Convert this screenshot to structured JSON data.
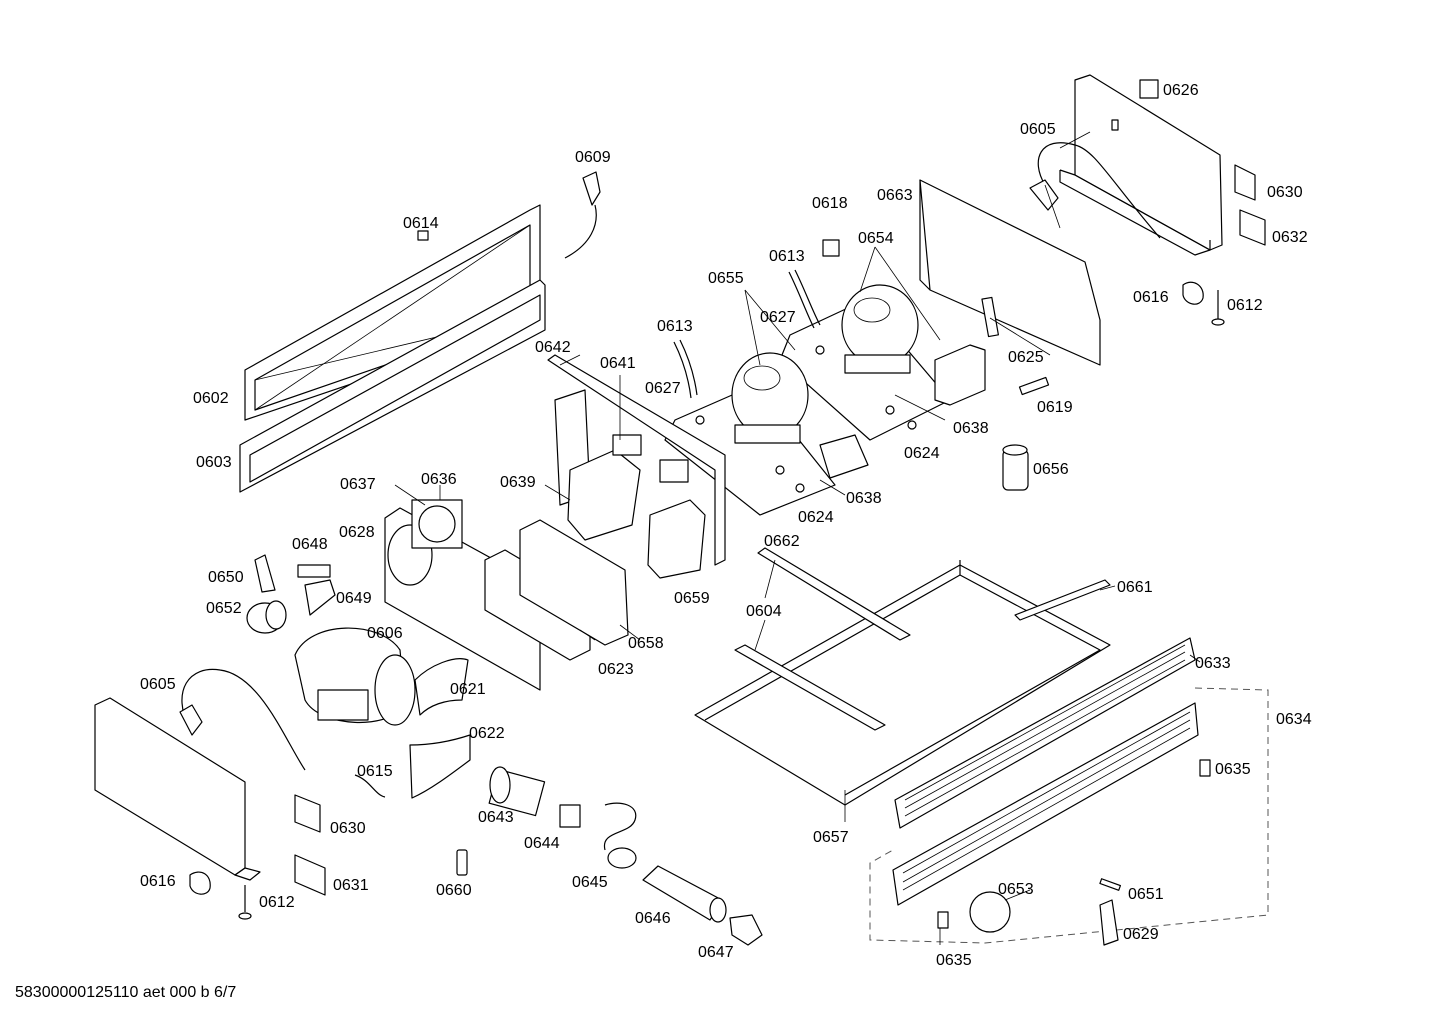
{
  "callouts": [
    {
      "id": "0626",
      "text": "0626"
    },
    {
      "id": "0605a",
      "text": "0605"
    },
    {
      "id": "0609",
      "text": "0609"
    },
    {
      "id": "0630a",
      "text": "0630"
    },
    {
      "id": "0663",
      "text": "0663"
    },
    {
      "id": "0618",
      "text": "0618"
    },
    {
      "id": "0614",
      "text": "0614"
    },
    {
      "id": "0632",
      "text": "0632"
    },
    {
      "id": "0654",
      "text": "0654"
    },
    {
      "id": "0613a",
      "text": "0613"
    },
    {
      "id": "0655",
      "text": "0655"
    },
    {
      "id": "0616a",
      "text": "0616"
    },
    {
      "id": "0612a",
      "text": "0612"
    },
    {
      "id": "0627a",
      "text": "0627"
    },
    {
      "id": "0613b",
      "text": "0613"
    },
    {
      "id": "0625",
      "text": "0625"
    },
    {
      "id": "0642",
      "text": "0642"
    },
    {
      "id": "0641",
      "text": "0641"
    },
    {
      "id": "0627b",
      "text": "0627"
    },
    {
      "id": "0619",
      "text": "0619"
    },
    {
      "id": "0602",
      "text": "0602"
    },
    {
      "id": "0638a",
      "text": "0638"
    },
    {
      "id": "0624a",
      "text": "0624"
    },
    {
      "id": "0603",
      "text": "0603"
    },
    {
      "id": "0656",
      "text": "0656"
    },
    {
      "id": "0637",
      "text": "0637"
    },
    {
      "id": "0636",
      "text": "0636"
    },
    {
      "id": "0639",
      "text": "0639"
    },
    {
      "id": "0638b",
      "text": "0638"
    },
    {
      "id": "0624b",
      "text": "0624"
    },
    {
      "id": "0628",
      "text": "0628"
    },
    {
      "id": "0662",
      "text": "0662"
    },
    {
      "id": "0648",
      "text": "0648"
    },
    {
      "id": "0650",
      "text": "0650"
    },
    {
      "id": "0661",
      "text": "0661"
    },
    {
      "id": "0649",
      "text": "0649"
    },
    {
      "id": "0659",
      "text": "0659"
    },
    {
      "id": "0604",
      "text": "0604"
    },
    {
      "id": "0652",
      "text": "0652"
    },
    {
      "id": "0606",
      "text": "0606"
    },
    {
      "id": "0658",
      "text": "0658"
    },
    {
      "id": "0633",
      "text": "0633"
    },
    {
      "id": "0623",
      "text": "0623"
    },
    {
      "id": "0605b",
      "text": "0605"
    },
    {
      "id": "0621",
      "text": "0621"
    },
    {
      "id": "0634",
      "text": "0634"
    },
    {
      "id": "0622",
      "text": "0622"
    },
    {
      "id": "0615",
      "text": "0615"
    },
    {
      "id": "0635a",
      "text": "0635"
    },
    {
      "id": "0643",
      "text": "0643"
    },
    {
      "id": "0630b",
      "text": "0630"
    },
    {
      "id": "0657",
      "text": "0657"
    },
    {
      "id": "0644",
      "text": "0644"
    },
    {
      "id": "0645",
      "text": "0645"
    },
    {
      "id": "0653",
      "text": "0653"
    },
    {
      "id": "0616b",
      "text": "0616"
    },
    {
      "id": "0631",
      "text": "0631"
    },
    {
      "id": "0660",
      "text": "0660"
    },
    {
      "id": "0651",
      "text": "0651"
    },
    {
      "id": "0612b",
      "text": "0612"
    },
    {
      "id": "0646",
      "text": "0646"
    },
    {
      "id": "0629",
      "text": "0629"
    },
    {
      "id": "0647",
      "text": "0647"
    },
    {
      "id": "0635b",
      "text": "0635"
    }
  ],
  "footer": {
    "text": "58300000125110 aet 000 b 6/7"
  }
}
